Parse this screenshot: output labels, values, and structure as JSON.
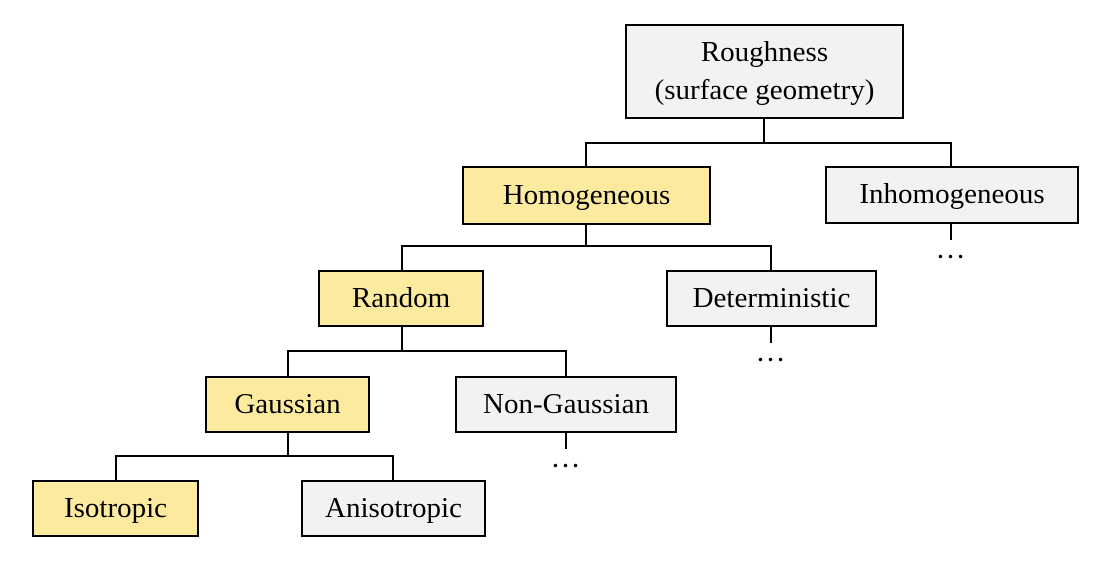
{
  "diagram": {
    "nodes": {
      "root": {
        "line1": "Roughness",
        "line2": "(surface geometry)"
      },
      "homogeneous": {
        "label": "Homogeneous"
      },
      "inhomogeneous": {
        "label": "Inhomogeneous"
      },
      "random": {
        "label": "Random"
      },
      "deterministic": {
        "label": "Deterministic"
      },
      "gaussian": {
        "label": "Gaussian"
      },
      "non_gaussian": {
        "label": "Non-Gaussian"
      },
      "isotropic": {
        "label": "Isotropic"
      },
      "anisotropic": {
        "label": "Anisotropic"
      }
    },
    "ellipsis": "…",
    "colors": {
      "highlight": "#FCEA9E",
      "default": "#F2F2F2",
      "border": "#000000"
    }
  }
}
